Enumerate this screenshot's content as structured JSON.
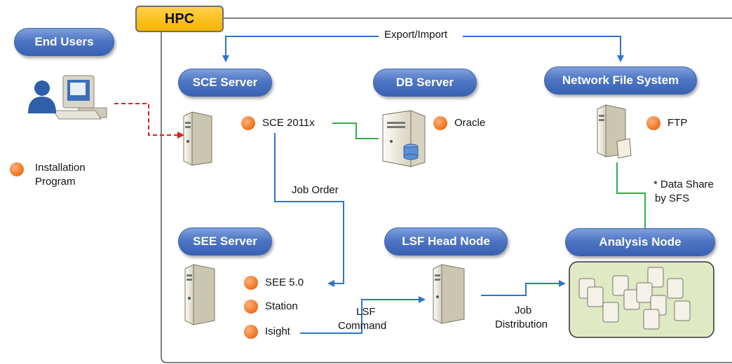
{
  "hpc": {
    "title": "HPC"
  },
  "end_users": {
    "title": "End Users"
  },
  "legend": {
    "line1": "Installation",
    "line2": "Program"
  },
  "sce": {
    "title": "SCE Server",
    "item": "SCE 2011x"
  },
  "db": {
    "title": "DB Server",
    "item": "Oracle"
  },
  "nfs": {
    "title": "Network File System",
    "item": "FTP"
  },
  "see": {
    "title": "SEE Server",
    "items": [
      "SEE 5.0",
      "Station",
      "Isight"
    ]
  },
  "lsf": {
    "title": "LSF Head Node"
  },
  "analysis": {
    "title": "Analysis Node"
  },
  "flows": {
    "export_import": "Export/Import",
    "job_order": "Job Order",
    "data_share_1": "* Data Share",
    "data_share_2": "by SFS",
    "lsf_command_1": "LSF",
    "lsf_command_2": "Command",
    "job_dist_1": "Job",
    "job_dist_2": "Distribution"
  },
  "colors": {
    "pill": "#4e76c4",
    "bullet": "#f07a28",
    "hpc_tab": "#f5b400",
    "blue_line": "#2e75c8",
    "green_line": "#2fae4a",
    "red_dashed": "#e02020",
    "cluster_bg": "#dfe9c4"
  }
}
